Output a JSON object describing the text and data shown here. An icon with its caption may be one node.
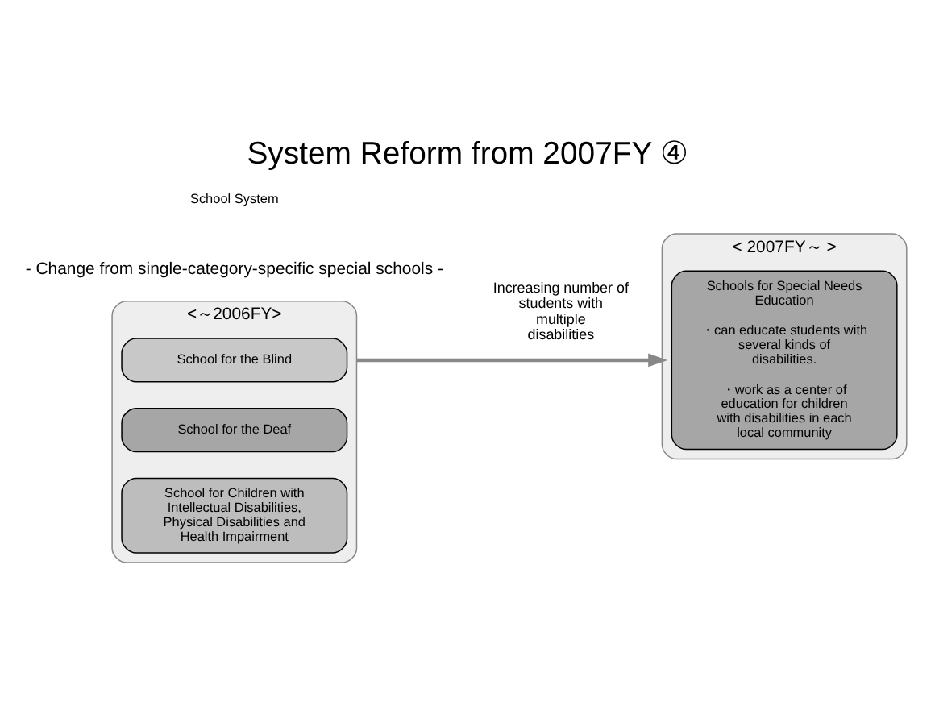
{
  "diagram": {
    "title": "System Reform from 2007FY ④",
    "nodes": [
      {
        "text": [
          "<～2006FY>"
        ]
      },
      {
        "text": [
          "School for the Blind"
        ],
        "in": 0
      },
      {
        "text": [
          "School for the Deaf"
        ],
        "in": 0
      },
      {
        "text": [
          "School for Children with Intellectual Disabilities, Physical Disabilities and Health Impairment"
        ],
        "in": 0
      },
      {
        "text": [
          "< 2007FY～ >"
        ]
      },
      {
        "text": [
          "Schools for Special Needs Education",
          "・can educate students with several kinds of disabilities.",
          "・work as a center of education for children with disabilities in each local community"
        ],
        "in": 4
      }
    ],
    "edges": [
      {
        "from": 0,
        "to": 4,
        "arrow": "to",
        "label": "Increasing number of students with multiple disabilities"
      }
    ],
    "labels": [
      "- Change from single-category-specific special schools -",
      "School System"
    ]
  }
}
